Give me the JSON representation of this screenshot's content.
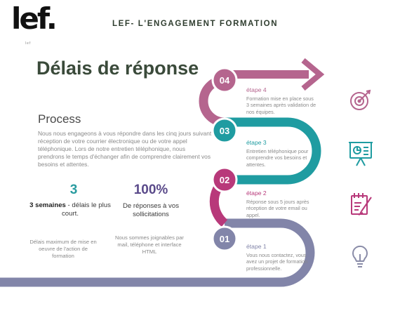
{
  "logo": {
    "text": "lef.",
    "subtext": "lef"
  },
  "header": {
    "title": "LEF- L'ENGAGEMENT FORMATION"
  },
  "page": {
    "title": "Délais de réponse"
  },
  "process": {
    "heading": "Process",
    "intro": "Nous nous engageons à vous répondre dans les cinq jours suivant réception de votre courrier électronique ou de votre appel téléphonique. Lors de notre entretien téléphonique, nous prendrons le temps d'échanger afin de comprendre clairement vos besoins et attentes."
  },
  "stats": [
    {
      "value": "3",
      "label_bold": "3 semaines",
      "label_rest": " - délais le plus court.",
      "note": "Délais maximum de mise en oeuvre de l'action de formation"
    },
    {
      "value": "100%",
      "label": "De réponses à vos sollicitations",
      "note": "Nous sommes joignables par mail, téléphone et interface HTML"
    }
  ],
  "steps": [
    {
      "number": "04",
      "title": "étape 4",
      "desc": "Formation mise en place sous 3 semaines après validation de nos équipes.",
      "color": "#b5658e"
    },
    {
      "number": "03",
      "title": "étape 3",
      "desc": "Entretien téléphonique pour comprendre vos besoins et attentes.",
      "color": "#1f9ca1"
    },
    {
      "number": "02",
      "title": "étape 2",
      "desc": "Réponse sous 5 jours après réception de votre email ou appel.",
      "color": "#b8397a"
    },
    {
      "number": "01",
      "title": "étape 1",
      "desc": "Vous nous contactez, vous avez un projet de formation professionnelle.",
      "color": "#8285a9"
    }
  ],
  "icons": [
    {
      "name": "target-icon",
      "color": "#b5658e"
    },
    {
      "name": "presentation-icon",
      "color": "#1f9ca1"
    },
    {
      "name": "clipboard-icon",
      "color": "#b8397a"
    },
    {
      "name": "lightbulb-icon",
      "color": "#8a8ca8"
    }
  ]
}
